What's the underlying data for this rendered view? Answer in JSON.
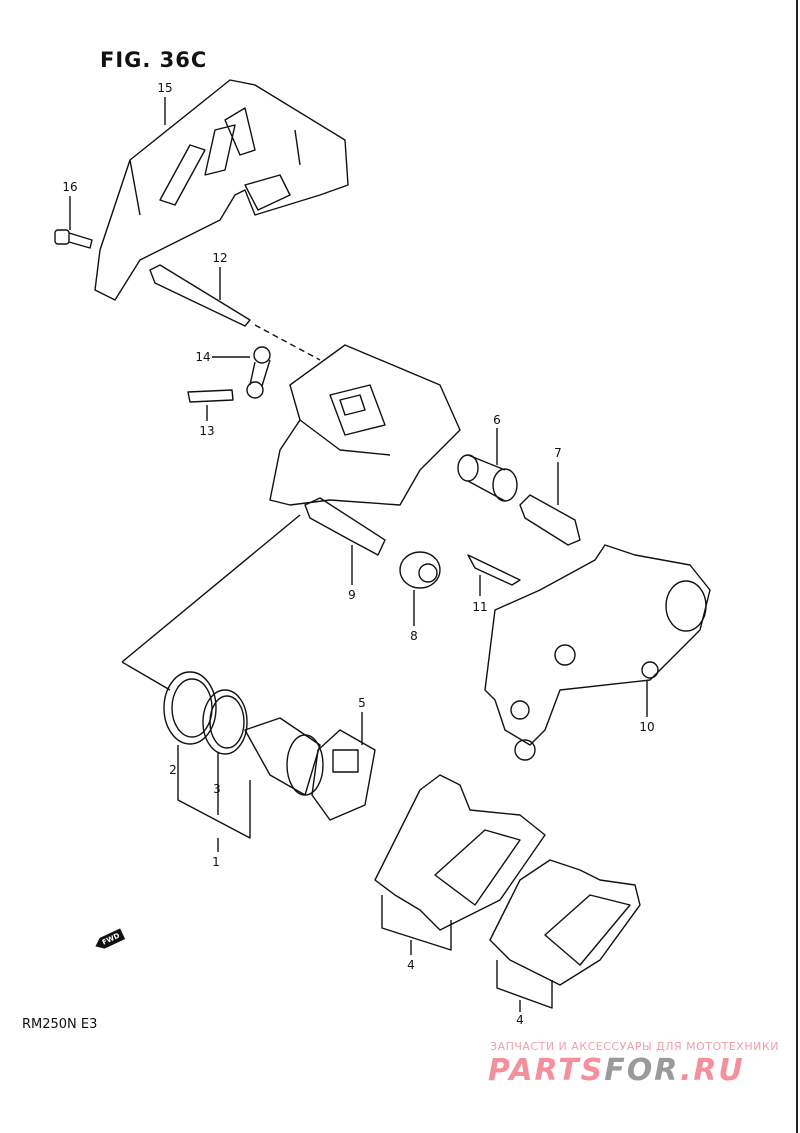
{
  "figure": {
    "title": "FIG. 36C",
    "model": "RM250N  E3"
  },
  "labels": [
    "15",
    "16",
    "12",
    "14",
    "13",
    "6",
    "7",
    "9",
    "11",
    "8",
    "10",
    "5",
    "2",
    "3",
    "1",
    "4",
    "4"
  ],
  "fwd_label": "FWD",
  "watermark": {
    "tagline": "ЗАПЧАСТИ И АКСЕССУАРЫ ДЛЯ МОТОТЕХНИКИ",
    "brand_a": "PARTS",
    "brand_b": "FOR",
    "brand_c": ".RU"
  }
}
